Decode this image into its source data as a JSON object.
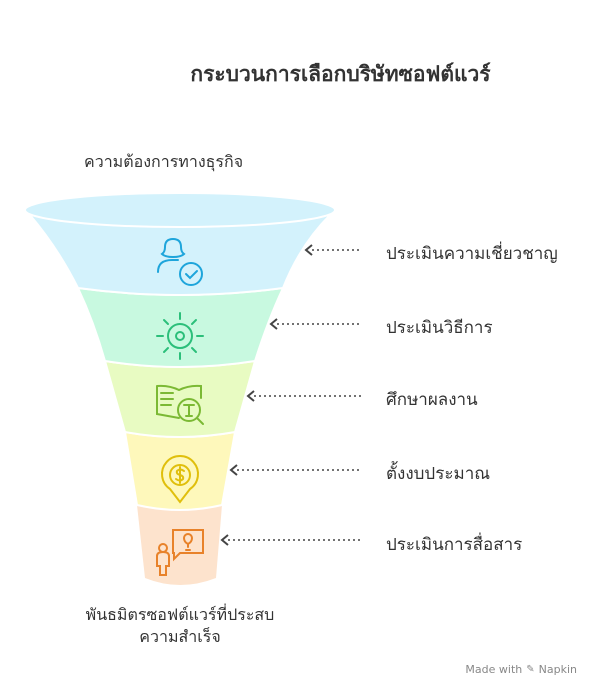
{
  "title": "กระบวนการเลือกบริษัทซอฟต์แวร์",
  "top_label": "ความต้องการทางธุรกิจ",
  "bottom_label_line1": "พันธมิตรซอฟต์แวร์ที่ประสบ",
  "bottom_label_line2": "ความสำเร็จ",
  "steps": [
    {
      "label": "ประเมินความเชี่ยวชาญ",
      "icon": "user-check-icon",
      "fill": "#d3f2fc",
      "stroke": "#1ea5db"
    },
    {
      "label": "ประเมินวิธีการ",
      "icon": "gear-icon",
      "fill": "#c8f9e0",
      "stroke": "#2bbf7a"
    },
    {
      "label": "ศึกษาผลงาน",
      "icon": "book-search-icon",
      "fill": "#e8fbc2",
      "stroke": "#7bb934"
    },
    {
      "label": "ตั้งงบประมาณ",
      "icon": "money-pin-icon",
      "fill": "#fef8bb",
      "stroke": "#e0bf0c"
    },
    {
      "label": "ประเมินการสื่อสาร",
      "icon": "presenter-idea-icon",
      "fill": "#fde3cd",
      "stroke": "#e8822a"
    }
  ],
  "credit": {
    "made_with": "Made with",
    "brand": "Napkin"
  }
}
